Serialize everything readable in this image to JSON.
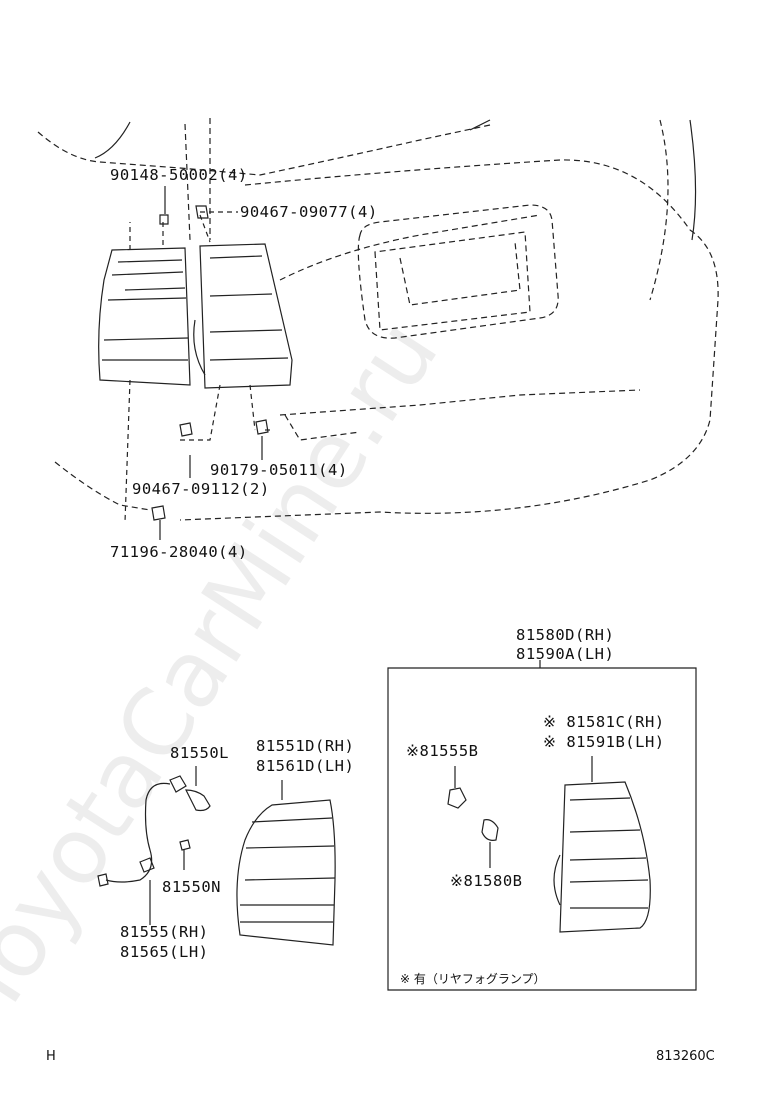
{
  "watermark": "ToyotaCarMine.ru",
  "labels": {
    "p90148": "90148-50002(4)",
    "p90467a": "90467-09077(4)",
    "p90179": "90179-05011(4)",
    "p90467b": "90467-09112(2)",
    "p71196": "71196-28040(4)",
    "p81580d": "81580D(RH)",
    "p81590a": "81590A(LH)",
    "p81581c": "※ 81581C(RH)",
    "p81591b": "※ 81591B(LH)",
    "p81555b": "※81555B",
    "p81580b": "※81580B",
    "p81550l": "81550L",
    "p81551d": "81551D(RH)",
    "p81561d": "81561D(LH)",
    "p81550n": "81550N",
    "p81555": "81555(RH)",
    "p81565": "81565(LH)"
  },
  "note": "※ 有（リヤフォグランプ）",
  "footer": {
    "left": "H",
    "right": "813260C"
  }
}
